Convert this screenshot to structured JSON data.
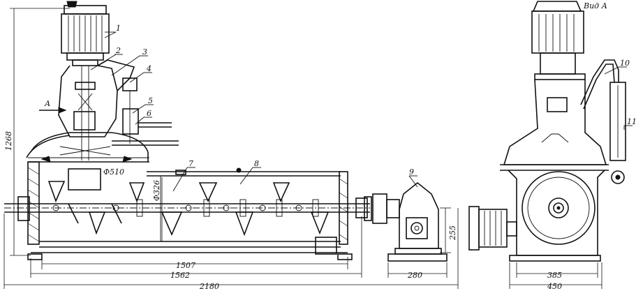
{
  "view_label": "Вид А",
  "arrow_label": "А",
  "callouts": [
    "1",
    "2",
    "3",
    "4",
    "5",
    "6",
    "7",
    "8",
    "9",
    "10",
    "11"
  ],
  "diameters": {
    "vessel": "Φ510",
    "drum": "Φ326"
  },
  "dimensions": {
    "height_total": "1268",
    "shaft_height": "255",
    "length_1507": "1507",
    "length_1562": "1562",
    "length_2180": "2180",
    "gearbox_width": "280",
    "base_385": "385",
    "base_450": "450"
  }
}
